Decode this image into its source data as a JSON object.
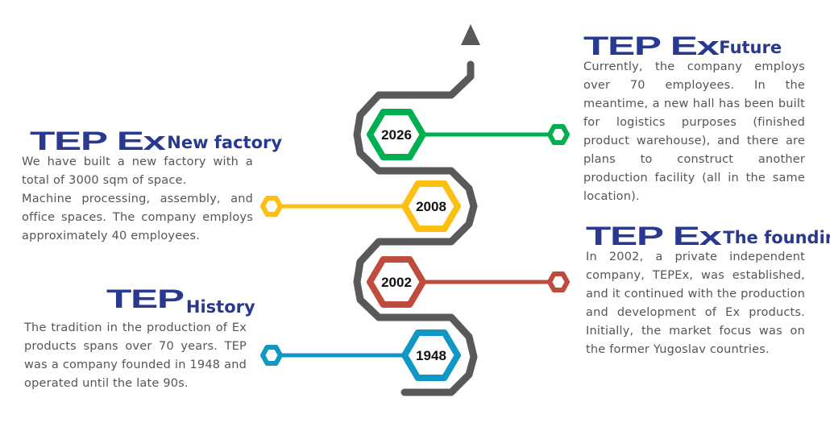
{
  "timeline": [
    {
      "year": "2026",
      "color": "#00b050"
    },
    {
      "year": "2008",
      "color": "#fdbf12"
    },
    {
      "year": "2002",
      "color": "#be4b3c"
    },
    {
      "year": "1948",
      "color": "#1197c5"
    }
  ],
  "path_color": "#595959",
  "sections": {
    "future": {
      "logo": "TEP Ex",
      "title": "Future",
      "text": "Currently, the company employs over 70 employees. In the meantime, a new hall has been built for logistics purposes (finished product warehouse), and there are plans to construct another production facility (all in the same location)."
    },
    "new_factory": {
      "logo": "TEP Ex",
      "title": "New factory",
      "text1": "We have built a new factory with a total of 3000 sqm of space.",
      "text2": "Machine processing, assembly, and office spaces. The company employs approximately 40 employees."
    },
    "founding": {
      "logo": "TEP Ex",
      "title": "The founding",
      "text": "In 2002, a private independent company, TEPEx, was established, and it continued with the production and development of Ex products. Initially, the market focus was on the former Yugoslav countries."
    },
    "history": {
      "logo": "TEP",
      "title": "History",
      "text": "The tradition in the production of Ex products spans over 70 years. TEP was a company founded in 1948 and operated until the late 90s."
    }
  }
}
